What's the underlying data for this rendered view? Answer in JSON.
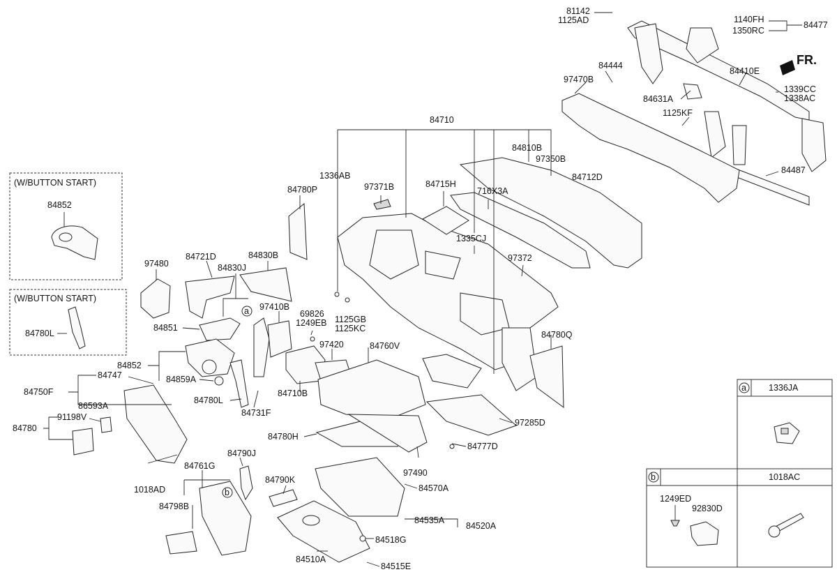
{
  "front_indicator": "FR.",
  "insets": {
    "button_start_1": {
      "title": "(W/BUTTON START)",
      "part": "84852"
    },
    "button_start_2": {
      "title": "(W/BUTTON START)",
      "part": "84780L"
    }
  },
  "legend": {
    "a": {
      "marker": "a",
      "part": "1336JA"
    },
    "b": {
      "marker": "b",
      "part": "1018AC",
      "sub1": "1249ED",
      "sub2": "92830D"
    }
  },
  "callouts": {
    "c81142": "81142",
    "c1125AD": "1125AD",
    "c1140FH": "1140FH",
    "c1350RC": "1350RC",
    "c84477": "84477",
    "c84444": "84444",
    "c97470B": "97470B",
    "c84410E": "84410E",
    "c84631A": "84631A",
    "c1339CC": "1339CC",
    "c1338AC": "1338AC",
    "c1125KF": "1125KF",
    "c84487": "84487",
    "c84710": "84710",
    "c84810B": "84810B",
    "c97350B": "97350B",
    "c84712D": "84712D",
    "c1336AB": "1336AB",
    "c97371B": "97371B",
    "c84715H": "84715H",
    "c716X3A": "716X3A",
    "c84780P": "84780P",
    "c1335CJ": "1335CJ",
    "c97372": "97372",
    "c97480": "97480",
    "c84721D": "84721D",
    "c84830B": "84830B",
    "c84830J": "84830J",
    "c97410B": "97410B",
    "c69826": "69826",
    "c1249EB": "1249EB",
    "c1125GB": "1125GB",
    "c1125KC": "1125KC",
    "c84851": "84851",
    "c97420": "97420",
    "c84760V": "84760V",
    "c84780Q": "84780Q",
    "c84852": "84852",
    "c84747": "84747",
    "c84859A": "84859A",
    "c84750F": "84750F",
    "c84780L": "84780L",
    "c84731F": "84731F",
    "c84710B": "84710B",
    "c86593A": "86593A",
    "c91198V": "91198V",
    "c84780": "84780",
    "c97285D": "97285D",
    "c84780H": "84780H",
    "c84777D": "84777D",
    "c84761G": "84761G",
    "c84790J": "84790J",
    "c97490": "97490",
    "c1018AD": "1018AD",
    "c84790K": "84790K",
    "c84570A": "84570A",
    "c84798B": "84798B",
    "c84535A": "84535A",
    "c84520A": "84520A",
    "c84518G": "84518G",
    "c84510A": "84510A",
    "c84515E": "84515E"
  }
}
